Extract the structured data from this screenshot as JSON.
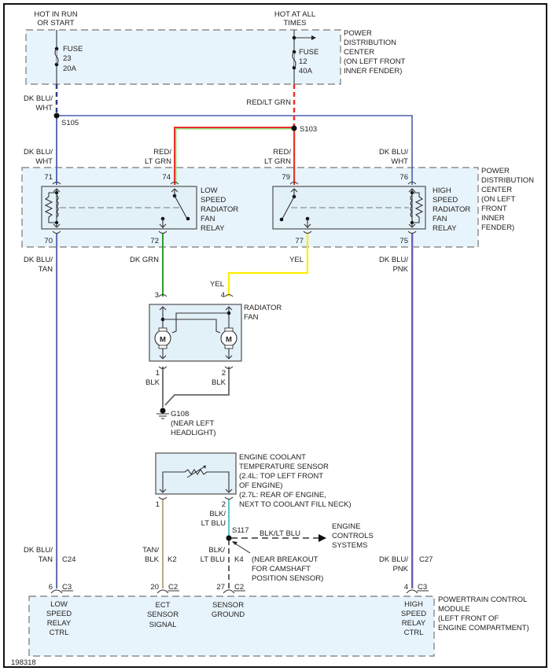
{
  "diagram_id": "198318",
  "colors": {
    "dk_blu": "#4a5fae",
    "red": "#e8322c",
    "lt_grn": "#8ee07a",
    "dk_grn": "#2f9a2f",
    "yel": "#ffee00",
    "tan": "#b8a88a",
    "lt_blu": "#5cc6c8",
    "blk": "#666666",
    "pnk": "#e8a8c8",
    "box_fill": "#e8f4fb"
  },
  "sources": {
    "run_start": [
      "HOT IN RUN",
      "OR START"
    ],
    "all_times": [
      "HOT AT ALL",
      "TIMES"
    ]
  },
  "fuses": [
    {
      "label": "FUSE",
      "number": "23",
      "rating": "20A"
    },
    {
      "label": "FUSE",
      "number": "12",
      "rating": "40A"
    }
  ],
  "pdc_top": [
    "POWER",
    "DISTRIBUTION",
    "CENTER",
    "(ON LEFT FRONT",
    "INNER FENDER)"
  ],
  "pdc_relays": [
    "POWER",
    "DISTRIBUTION",
    "CENTER",
    "(ON LEFT",
    "FRONT",
    "INNER",
    "FENDER)"
  ],
  "wires": {
    "dkblu_wht": [
      "DK BLU/",
      "WHT"
    ],
    "red_ltgrn_1line": "RED/LT GRN",
    "red_ltgrn": [
      "RED/",
      "LT GRN"
    ],
    "dkblu_tan": [
      "DK BLU/",
      "TAN"
    ],
    "dk_grn": "DK GRN",
    "yel": "YEL",
    "blk": "BLK",
    "dkblu_pnk": [
      "DK BLU/",
      "PNK"
    ],
    "tan_blk": [
      "TAN/",
      "BLK"
    ],
    "blk_ltblu": [
      "BLK/",
      "LT BLU"
    ],
    "blk_ltblu_1line": "BLK/LT BLU"
  },
  "splices": {
    "s105": "S105",
    "s103": "S103",
    "s117": "S117"
  },
  "relays": {
    "low": {
      "name": [
        "LOW",
        "SPEED",
        "RADIATOR",
        "FAN",
        "RELAY"
      ],
      "pins": [
        "71",
        "74",
        "70",
        "72"
      ]
    },
    "high": {
      "name": [
        "HIGH",
        "SPEED",
        "RADIATOR",
        "FAN",
        "RELAY"
      ],
      "pins": [
        "79",
        "76",
        "77",
        "75"
      ]
    }
  },
  "fan": {
    "name": [
      "RADIATOR",
      "FAN"
    ],
    "pins": [
      "3",
      "4",
      "1",
      "2"
    ],
    "motor_label": "M"
  },
  "ground": {
    "id": "G108",
    "location": [
      "(NEAR LEFT",
      "HEADLIGHT)"
    ]
  },
  "ect": {
    "name": [
      "ENGINE COOLANT",
      "TEMPERATURE SENSOR",
      "(2.4L: TOP LEFT FRONT",
      "OF ENGINE)",
      "(2.7L: REAR OF ENGINE,",
      "NEXT TO COOLANT FILL NECK)"
    ],
    "pins": [
      "1",
      "2"
    ]
  },
  "engine_controls": [
    "ENGINE",
    "CONTROLS",
    "SYSTEMS"
  ],
  "s117_note": [
    "(NEAR BREAKOUT",
    "FOR CAMSHAFT",
    "POSITION SENSOR)"
  ],
  "circuits": {
    "c24": "C24",
    "k2": "K2",
    "k4": "K4",
    "c27": "C27"
  },
  "pcm": {
    "name": [
      "POWERTRAIN CONTROL",
      "MODULE",
      "(LEFT FRONT OF",
      "ENGINE COMPARTMENT)"
    ],
    "terminals": [
      {
        "pin": "6",
        "connector": "C3",
        "label": [
          "LOW",
          "SPEED",
          "RELAY",
          "CTRL"
        ]
      },
      {
        "pin": "20",
        "connector": "C2",
        "label": [
          "ECT",
          "SENSOR",
          "SIGNAL"
        ]
      },
      {
        "pin": "27",
        "connector": "C2",
        "label": [
          "SENSOR",
          "GROUND"
        ]
      },
      {
        "pin": "4",
        "connector": "C3",
        "label": [
          "HIGH",
          "SPEED",
          "RELAY",
          "CTRL"
        ]
      }
    ]
  }
}
